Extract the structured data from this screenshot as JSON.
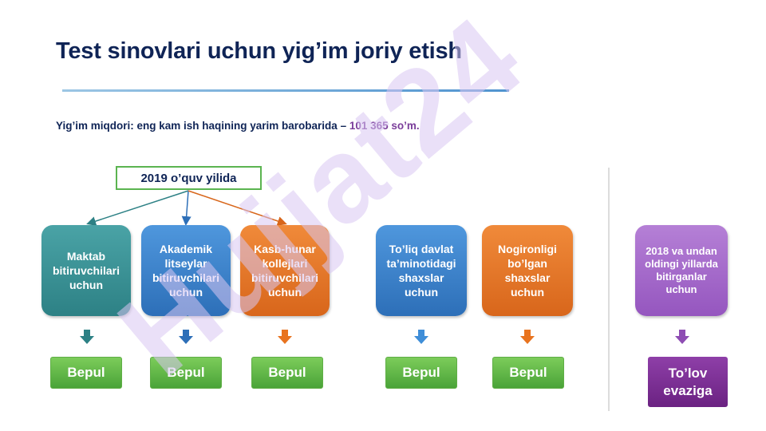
{
  "title": "Test sinovlari uchun yig’im joriy etish",
  "fee_line": {
    "prefix": "Yig’im miqdori: eng kam ish haqining yarim barobarida – ",
    "amount": "101 365 so’m."
  },
  "year_label": "2019 o’quv yilida",
  "categories": [
    {
      "label": "Maktab bitiruvchilari uchun",
      "result": "Bepul"
    },
    {
      "label": "Akademik litseylar bitiruvchilari uchun",
      "result": "Bepul"
    },
    {
      "label": "Kasb-hunar kollejlari bitiruvchilari uchun",
      "result": "Bepul"
    },
    {
      "label": "To’liq davlat ta’minotidagi shaxslar uchun",
      "result": "Bepul"
    },
    {
      "label": "Nogironligi bo’lgan shaxslar uchun",
      "result": "Bepul"
    },
    {
      "label": "2018 va undan oldingi yillarda bitirganlar uchun",
      "result": "To’lov evaziga"
    }
  ],
  "watermark": "Hujjat24",
  "colors": {
    "title": "#0f2456",
    "amount": "#7a3d9a",
    "teal": "#2d8185",
    "blue": "#2d6fb8",
    "orange": "#d8661b",
    "purple": "#9556bf",
    "green": "#4aa338",
    "pay": "#6b2282"
  }
}
